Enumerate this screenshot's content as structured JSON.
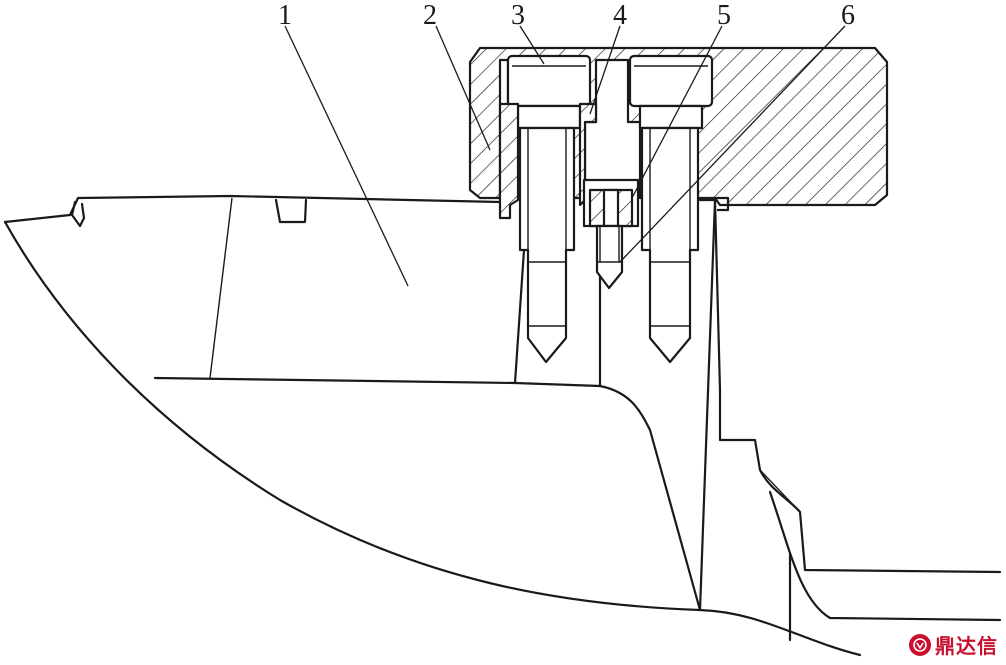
{
  "labels": {
    "l1": "1",
    "l2": "2",
    "l3": "3",
    "l4": "4",
    "l5": "5",
    "l6": "6"
  },
  "watermark": {
    "text": "鼎达信",
    "color": "#c8102e"
  },
  "colors": {
    "line": "#1a1a1a",
    "background": "#ffffff"
  }
}
